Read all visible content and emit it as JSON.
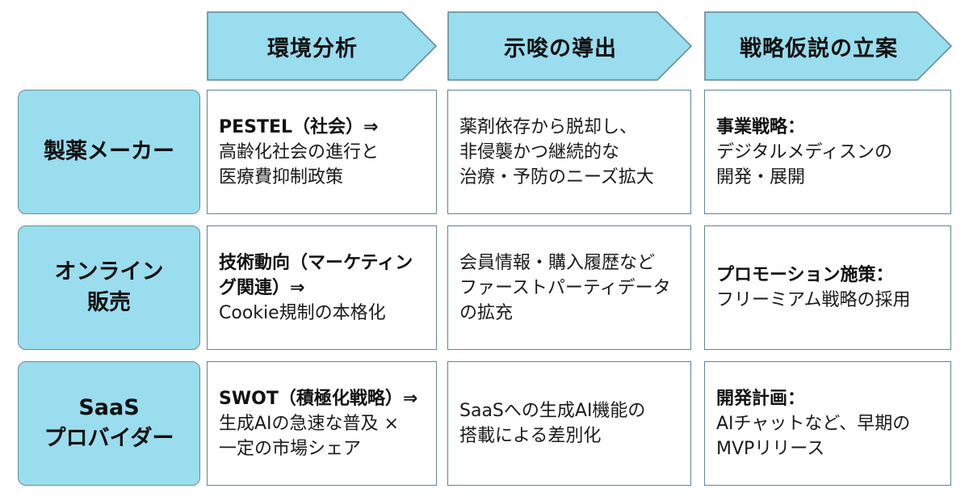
{
  "headers": [
    "環境分析",
    "示唆の導出",
    "戦略仮説の立案"
  ],
  "rows": [
    {
      "label_lines": [
        "製薬メーカー"
      ],
      "cells": [
        {
          "bold_lines": [
            "PESTEL（社会）⇒"
          ],
          "lines": [
            "高齢化社会の進行と",
            "医療費抑制政策"
          ]
        },
        {
          "bold_lines": [],
          "lines": [
            "薬剤依存から脱却し、",
            "非侵襲かつ継続的な",
            "治療・予防のニーズ拡大"
          ]
        },
        {
          "bold_lines": [
            "事業戦略："
          ],
          "lines": [
            "デジタルメディスンの",
            "開発・展開"
          ]
        }
      ]
    },
    {
      "label_lines": [
        "オンライン",
        "販売"
      ],
      "cells": [
        {
          "bold_lines": [
            "技術動向（マーケティン",
            "グ関連）⇒"
          ],
          "lines": [
            "Cookie規制の本格化"
          ]
        },
        {
          "bold_lines": [],
          "lines": [
            "会員情報・購入履歴など",
            "ファーストパーティデータ",
            "の拡充"
          ]
        },
        {
          "bold_lines": [
            "プロモーション施策："
          ],
          "lines": [
            "フリーミアム戦略の採用"
          ]
        }
      ]
    },
    {
      "label_lines": [
        "SaaS",
        "プロバイダー"
      ],
      "cells": [
        {
          "bold_lines": [
            "SWOT（積極化戦略）⇒"
          ],
          "lines": [
            "生成AIの急速な普及 ×",
            "一定の市場シェア"
          ]
        },
        {
          "bold_lines": [],
          "lines": [
            "SaaSへの生成AI機能の",
            "搭載による差別化"
          ]
        },
        {
          "bold_lines": [
            "開発計画："
          ],
          "lines": [
            "AIチャットなど、早期の",
            "MVPリリース"
          ]
        }
      ]
    }
  ],
  "colors": {
    "header_fill": "#99ddee",
    "header_stroke": "#5e8595",
    "label_fill": "#99ddee",
    "cell_border": "#5e8595"
  }
}
